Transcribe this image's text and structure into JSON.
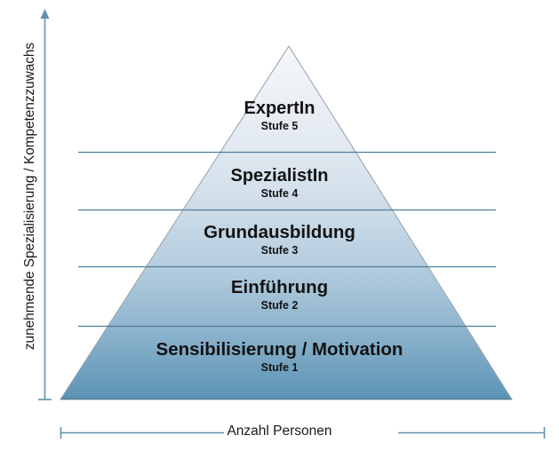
{
  "diagram": {
    "type": "pyramid",
    "y_axis": {
      "label": "zunehmende Spezialisierung / Kompetenzzuwachs",
      "arrow_direction": "up",
      "color": "#5d93ab"
    },
    "x_axis": {
      "label": "Anzahl Personen",
      "color": "#5d93ab"
    },
    "levels": [
      {
        "title": "ExpertIn",
        "stage": "Stufe 5"
      },
      {
        "title": "SpezialistIn",
        "stage": "Stufe 4"
      },
      {
        "title": "Grundausbildung",
        "stage": "Stufe 3"
      },
      {
        "title": "Einführung",
        "stage": "Stufe 2"
      },
      {
        "title": "Sensibilisierung / Motivation",
        "stage": "Stufe 1"
      }
    ],
    "colors": {
      "apex_fill": "#f2f4f8",
      "base_fill": "#5b93b5",
      "outline": "#9aa8b4",
      "divider": "#4d7e99",
      "background": "#ffffff"
    }
  }
}
